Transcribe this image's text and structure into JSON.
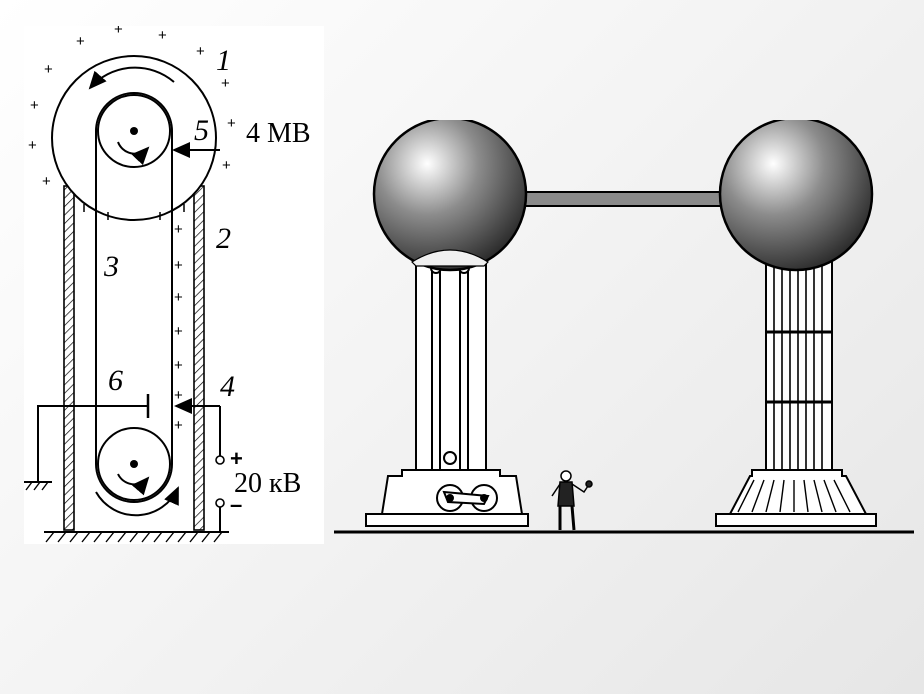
{
  "schematic": {
    "labels": {
      "dome": "1",
      "column": "2",
      "belt": "3",
      "lower_comb": "4",
      "upper_comb": "5",
      "ground_electrode": "6"
    },
    "dome_voltage": "4 МВ",
    "source_voltage": "20 кВ",
    "plus_sign": "+",
    "minus_sign": "–",
    "charge_sign": "+"
  },
  "machine": {
    "description_icons": [
      "left-sphere",
      "right-sphere",
      "connecting-rod",
      "left-column",
      "right-column",
      "operator-figure",
      "floor-line"
    ]
  },
  "colors": {
    "line": "#000000",
    "sphere_light": "#ffffff",
    "sphere_dark": "#2a2a2a"
  }
}
